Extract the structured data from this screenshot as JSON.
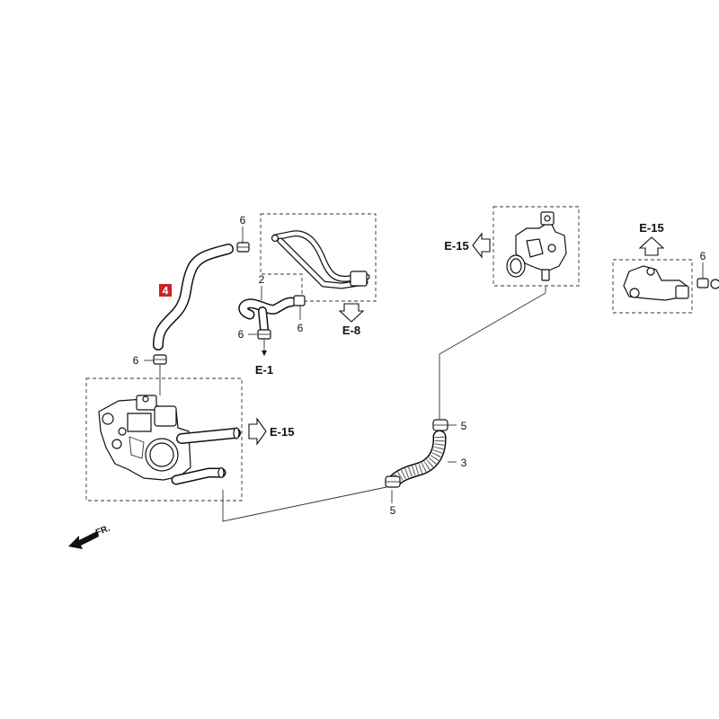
{
  "callouts": {
    "part_4": "4",
    "part_2": "2",
    "part_3": "3",
    "clip_6": "6",
    "clip_5": "5"
  },
  "references": {
    "e15": "E-15",
    "e8": "E-8",
    "e1": "E-1"
  },
  "front_indicator": "FR.",
  "colors": {
    "highlight": "#cc2222",
    "line": "#111111",
    "background": "#ffffff"
  }
}
